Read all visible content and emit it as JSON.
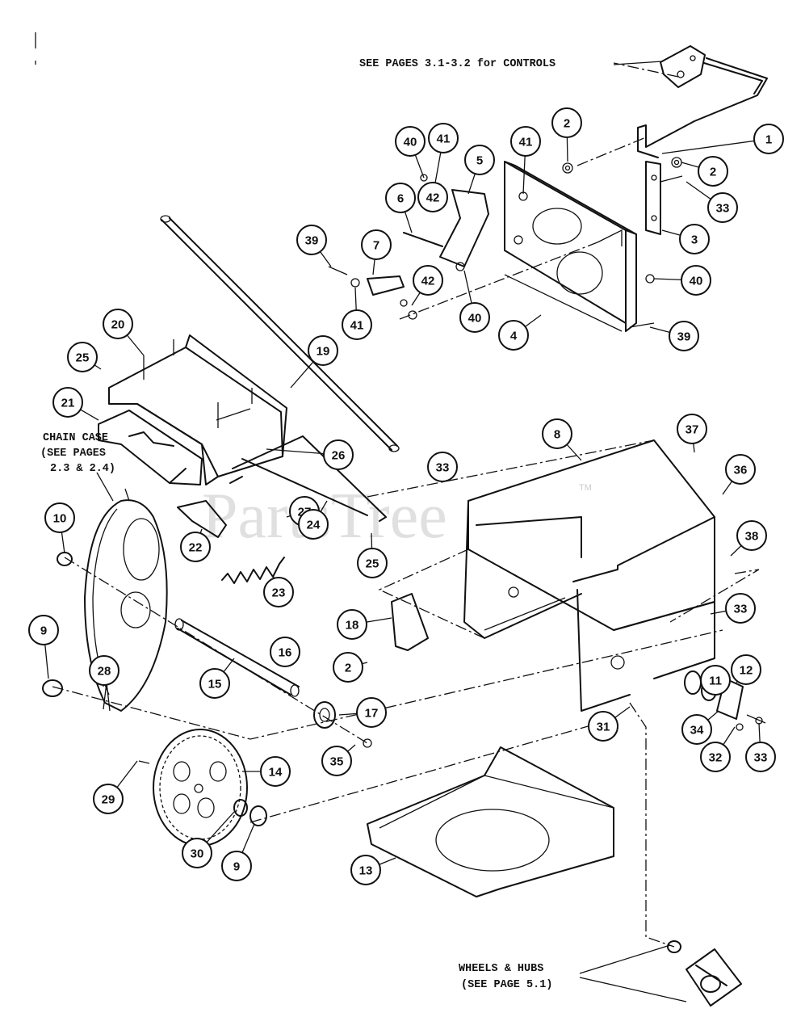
{
  "notes": {
    "controls": "SEE PAGES 3.1-3.2 for CONTROLS",
    "chain_case_1": "CHAIN CASE",
    "chain_case_2": "(SEE PAGES",
    "chain_case_3": "2.3 & 2.4)",
    "wheels_1": "WHEELS & HUBS",
    "wheels_2": "(SEE PAGE 5.1)"
  },
  "watermark": {
    "text": "PartsTree",
    "tm": "TM"
  },
  "callouts": [
    "1",
    "2",
    "2",
    "33",
    "3",
    "40",
    "41",
    "41",
    "5",
    "42",
    "6",
    "39",
    "7",
    "42",
    "40",
    "41",
    "40",
    "4",
    "39",
    "20",
    "19",
    "25",
    "21",
    "26",
    "8",
    "37",
    "33",
    "36",
    "10",
    "27",
    "24",
    "38",
    "22",
    "25",
    "23",
    "18",
    "2",
    "33",
    "16",
    "15",
    "11",
    "12",
    "9",
    "28",
    "17",
    "31",
    "34",
    "32",
    "33",
    "35",
    "14",
    "29",
    "30",
    "9",
    "13"
  ]
}
